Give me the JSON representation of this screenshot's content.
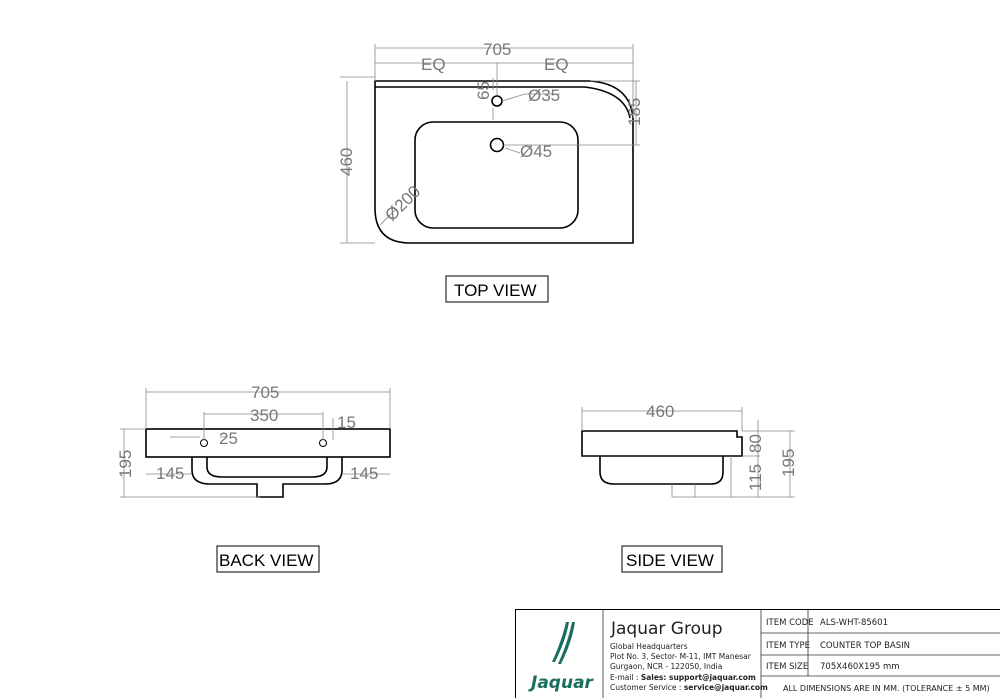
{
  "top_view": {
    "label": "TOP VIEW",
    "width": "705",
    "eq_left": "EQ",
    "eq_right": "EQ",
    "depth": "460",
    "tap_offset": "65",
    "tap_hole": "Ø35",
    "drain_offset": "185",
    "drain_hole": "Ø45",
    "corner": "Ø200"
  },
  "back_view": {
    "label": "BACK VIEW",
    "width": "705",
    "hole_spacing": "350",
    "hole_offset": "15",
    "hole_dia": "25",
    "height": "195",
    "left_offset": "145",
    "right_offset": "145"
  },
  "side_view": {
    "label": "SIDE VIEW",
    "depth": "460",
    "top_height": "80",
    "bowl_height": "115",
    "height": "195"
  },
  "title_block": {
    "logo_text": "Jaquar",
    "company": "Jaquar Group",
    "address": [
      "Global Headquarters",
      "Plot No. 3, Sector- M-11, IMT Manesar",
      "Gurgaon, NCR - 122050, India"
    ],
    "email_label": "E-mail : ",
    "email_value": "Sales: support@jaquar.com",
    "service_label": "Customer Service : ",
    "service_value": "service@jaquar.com",
    "rows": [
      {
        "label": "ITEM  CODE",
        "value": "ALS-WHT-85601"
      },
      {
        "label": "ITEM  TYPE",
        "value": "COUNTER TOP BASIN"
      },
      {
        "label": "ITEM  SIZE",
        "value": "705X460X195  mm"
      }
    ],
    "note": "ALL DIMENSIONS ARE IN MM. (TOLERANCE ± 5 MM)",
    "brand_color": "#1a6e5e"
  }
}
